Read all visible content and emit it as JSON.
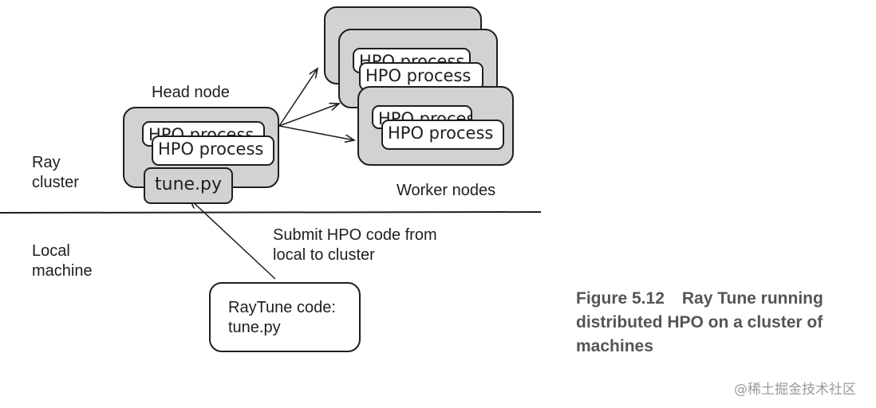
{
  "diagram": {
    "head_node_label": "Head node",
    "worker_nodes_label": "Worker nodes",
    "ray_cluster_label": [
      "Ray",
      "cluster"
    ],
    "local_machine_label": [
      "Local",
      "machine"
    ],
    "submit_label": [
      "Submit HPO code from",
      "local to cluster"
    ],
    "process_label": "HPO process",
    "tune_script_label": "tune.py",
    "code_box_label": [
      "RayTune code:",
      "tune.py"
    ]
  },
  "caption": {
    "figure_number": "Figure 5.12",
    "text_lines": [
      "Ray Tune running",
      "distributed HPO on a cluster of",
      "machines"
    ]
  },
  "watermark": "@稀土掘金技术社区",
  "colors": {
    "node_fill": "#d2d2d2",
    "stroke": "#1e1e1e",
    "caption_text": "#555555",
    "watermark_text": "#9a9a9a"
  }
}
